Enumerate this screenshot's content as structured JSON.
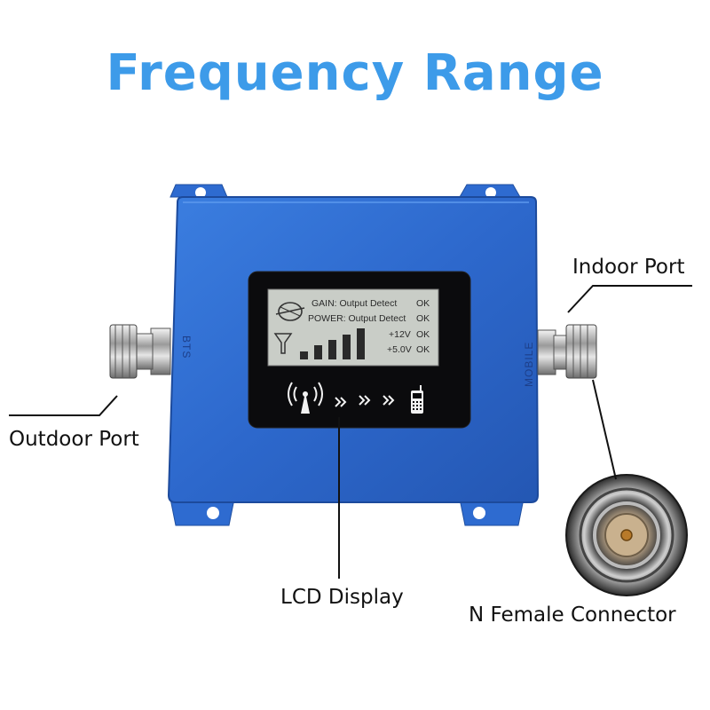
{
  "title": "Frequency Range",
  "device": {
    "left_port_label": "BTS",
    "right_port_label": "MOBILE",
    "lcd": {
      "rows": [
        {
          "label": "GAIN: Output Detect",
          "status": "OK"
        },
        {
          "label": "POWER: Output Detect",
          "status": "OK"
        },
        {
          "label": "+12V",
          "status": "OK"
        },
        {
          "label": "+5.0V",
          "status": "OK"
        }
      ]
    }
  },
  "callouts": {
    "indoor_port": "Indoor Port",
    "outdoor_port": "Outdoor Port",
    "lcd_display": "LCD Display",
    "n_female_connector": "N Female Connector"
  },
  "colors": {
    "title": "#3d9be9",
    "housing": "#2b66c9",
    "lcd_screen": "#c9cdc7"
  },
  "icons": [
    "antenna-icon",
    "chevron-right-icon",
    "mobile-phone-icon",
    "satellite-icon"
  ]
}
